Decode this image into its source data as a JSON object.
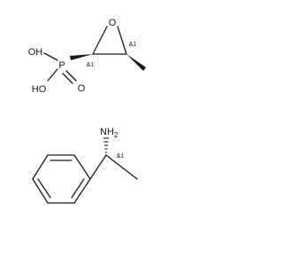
{
  "molecule": {
    "fragment_1": {
      "atoms": {
        "epoxide_oxygen": "O",
        "phosphonic_oh_1": "OH",
        "phosphonic_oh_2": "HO",
        "phosphorus": "P",
        "phosphoryl_oxygen": "O"
      },
      "stereo_labels": [
        "&1",
        "&1"
      ]
    },
    "fragment_2": {
      "atoms": {
        "amine_n": "NH",
        "amine_h_count": "2"
      },
      "stereo_labels": [
        "&1"
      ]
    }
  }
}
